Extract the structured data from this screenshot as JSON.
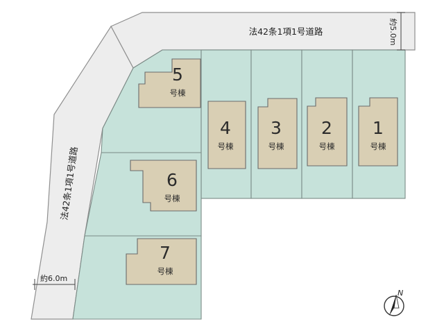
{
  "roads": {
    "north": {
      "label": "法42条1項1号道路",
      "width": "約5.0m"
    },
    "west": {
      "label": "法42条1項1号道路",
      "width": "約6.0m"
    }
  },
  "lots": [
    {
      "number": "1",
      "label": "号棟"
    },
    {
      "number": "2",
      "label": "号棟"
    },
    {
      "number": "3",
      "label": "号棟"
    },
    {
      "number": "4",
      "label": "号棟"
    },
    {
      "number": "5",
      "label": "号棟"
    },
    {
      "number": "6",
      "label": "号棟"
    },
    {
      "number": "7",
      "label": "号棟"
    }
  ],
  "compass": {
    "label": "N"
  },
  "colors": {
    "lot": "#c6e2da",
    "building": "#d9cfb4",
    "road": "#ededed"
  }
}
